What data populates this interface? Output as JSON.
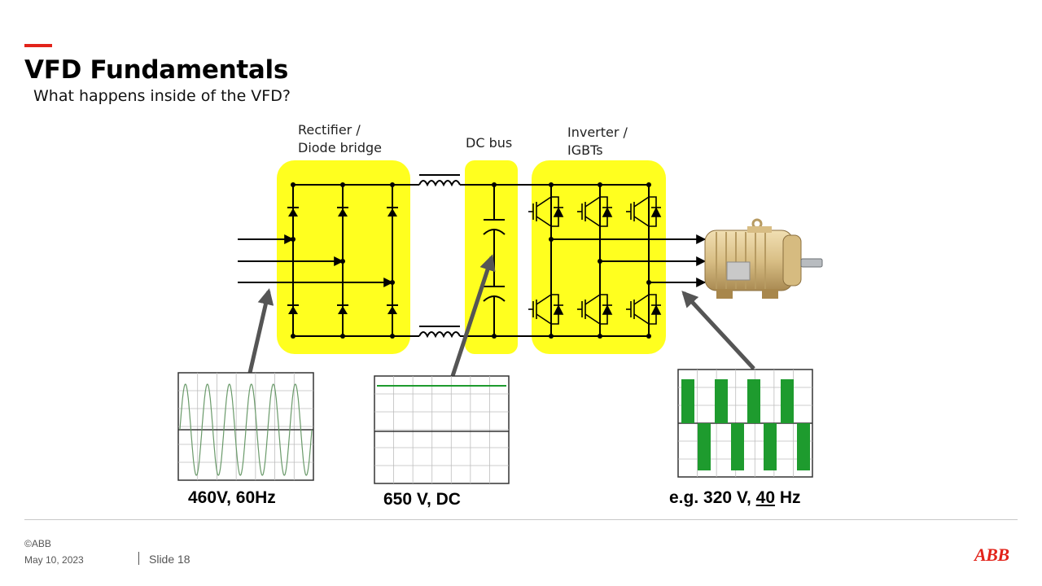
{
  "slide": {
    "title": "VFD Fundamentals",
    "subtitle": "What happens inside of the VFD?",
    "accent_color": "#e2231a"
  },
  "diagram": {
    "labels": {
      "rectifier_line1": "Rectifier /",
      "rectifier_line2": "Diode bridge",
      "dc_bus": "DC bus",
      "inverter_line1": "Inverter /",
      "inverter_line2": "IGBTs"
    },
    "highlight_color": "#ffff1f",
    "waveforms": {
      "input": {
        "caption": "460V, 60Hz",
        "type": "sine",
        "cycles": 6
      },
      "dc": {
        "caption": "650 V, DC",
        "type": "dc"
      },
      "output": {
        "caption_pre": "e.g. 320 V, ",
        "caption_freq": "40",
        "caption_post": " Hz",
        "type": "pwm",
        "trace_color": "#1e9b2e"
      }
    },
    "motor": {
      "icon": "motor-icon"
    }
  },
  "footer": {
    "copyright": "©ABB",
    "date": "May 10, 2023",
    "slide_label": "Slide 18",
    "logo": "ABB"
  }
}
